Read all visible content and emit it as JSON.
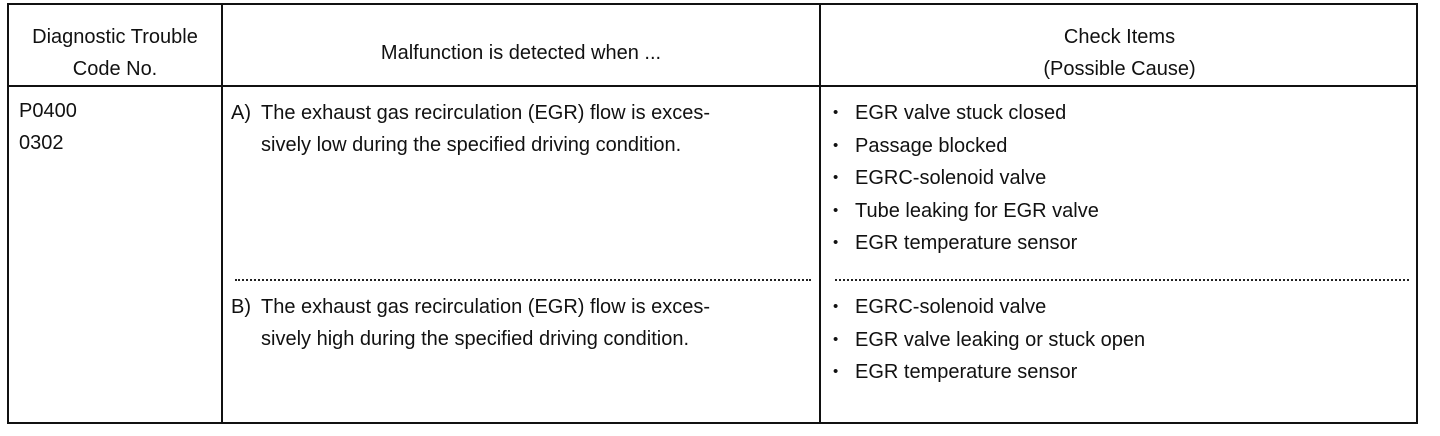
{
  "table": {
    "headers": {
      "dtc_no_line1": "Diagnostic Trouble",
      "dtc_no_line2": "Code No.",
      "malfunction": "Malfunction is detected when ...",
      "check_items_line1": "Check Items",
      "check_items_line2": "(Possible Cause)"
    },
    "codes": {
      "line1": "P0400",
      "line2": "0302"
    },
    "conditions": [
      {
        "letter": "A)",
        "line1": "The exhaust gas recirculation (EGR) flow is exces-",
        "line2": "sively low during the specified driving condition.",
        "checks": [
          "EGR valve stuck closed",
          "Passage blocked",
          "EGRC-solenoid valve",
          "Tube leaking for EGR valve",
          "EGR temperature sensor"
        ]
      },
      {
        "letter": "B)",
        "line1": "The exhaust gas recirculation (EGR) flow is exces-",
        "line2": "sively high during the specified driving condition.",
        "checks": [
          "EGRC-solenoid valve",
          "EGR valve leaking or stuck open",
          "EGR temperature sensor"
        ]
      }
    ],
    "bullet_glyph": "•"
  }
}
